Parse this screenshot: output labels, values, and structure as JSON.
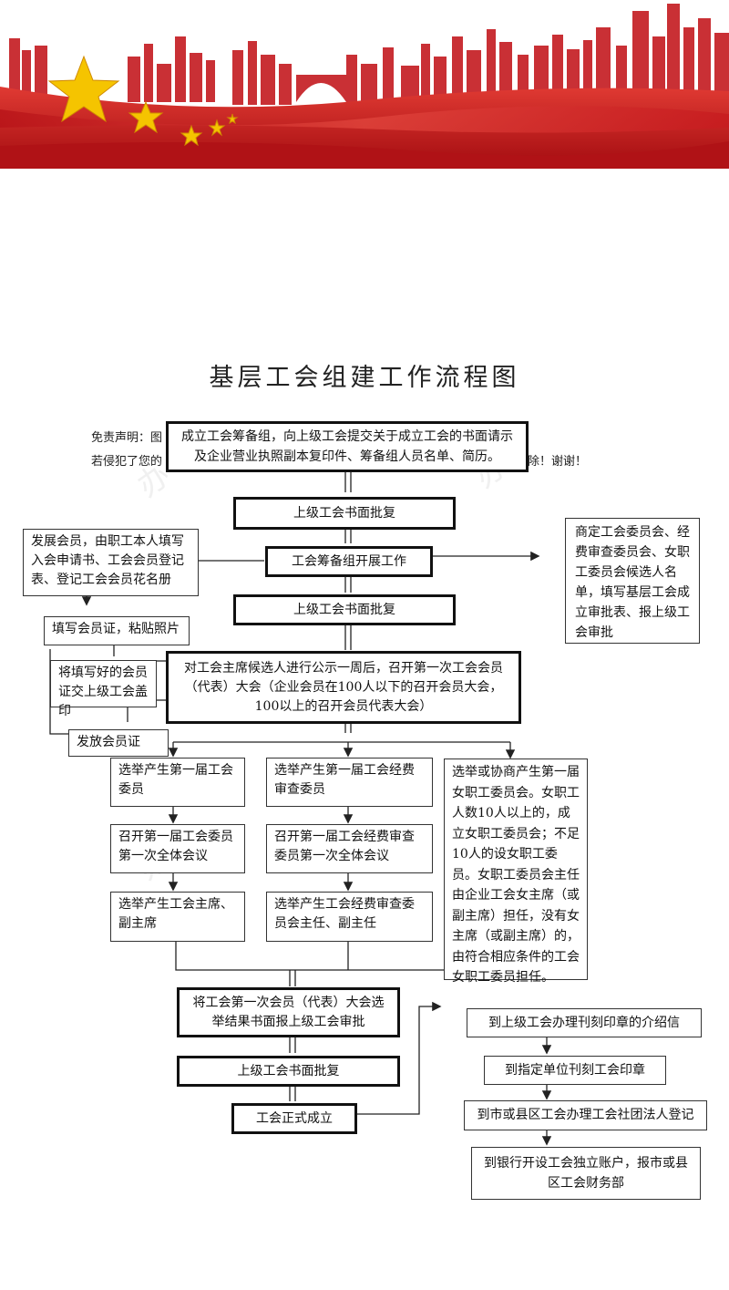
{
  "title": "基层工会组建工作流程图",
  "disclaimer": {
    "line1": "免责声明：图",
    "line2": "若侵犯了您的",
    "line2_end": "删除！谢谢！"
  },
  "main_flow": {
    "step1": "成立工会筹备组，向上级工会提交关于成立工会的书面请示及企业营业执照副本复印件、筹备组人员名单、简历。",
    "step2": "上级工会书面批复",
    "step3": "工会筹备组开展工作",
    "step4": "上级工会书面批复",
    "step5": "对工会主席候选人进行公示一周后，召开第一次工会会员（代表）大会（企业会员在100人以下的召开会员大会，100以上的召开会员代表大会）"
  },
  "left_branch": {
    "b1": "发展会员，由职工本人填写入会申请书、工会会员登记表、登记工会会员花名册",
    "b2": "填写会员证，粘贴照片",
    "b3": "将填写好的会员证交上级工会盖印",
    "b4": "发放会员证"
  },
  "right_branch": {
    "r1": "商定工会委员会、经费审查委员会、女职工委员会候选人名单，填写基层工会成立审批表、报上级工会审批"
  },
  "col1": {
    "c1": "选举产生第一届工会委员",
    "c2": "召开第一届工会委员第一次全体会议",
    "c3": "选举产生工会主席、副主席"
  },
  "col2": {
    "c1": "选举产生第一届工会经费审查委员",
    "c2": "召开第一届工会经费审查委员第一次全体会议",
    "c3": "选举产生工会经费审查委员会主任、副主任"
  },
  "col3": {
    "c1": "选举或协商产生第一届女职工委员会。女职工人数10人以上的，成立女职工委员会；不足10人的设女职工委员。女职工委员会主任由企业工会女主席（或副主席）担任，没有女主席（或副主席）的，由符合相应条件的工会女职工委员担任。"
  },
  "final_flow": {
    "f1": "将工会第一次会员（代表）大会选举结果书面报上级工会审批",
    "f2": "上级工会书面批复",
    "f3": "工会正式成立"
  },
  "after_flow": {
    "a1": "到上级工会办理刊刻印章的介绍信",
    "a2": "到指定单位刊刻工会印章",
    "a3": "到市或县区工会办理工会社团法人登记",
    "a4": "到银行开设工会独立账户，报市或县区工会财务部"
  },
  "colors": {
    "banner_red": "#c8161d",
    "banner_dark": "#9e0b0f",
    "star_gold": "#f5c400",
    "line": "#222222"
  }
}
